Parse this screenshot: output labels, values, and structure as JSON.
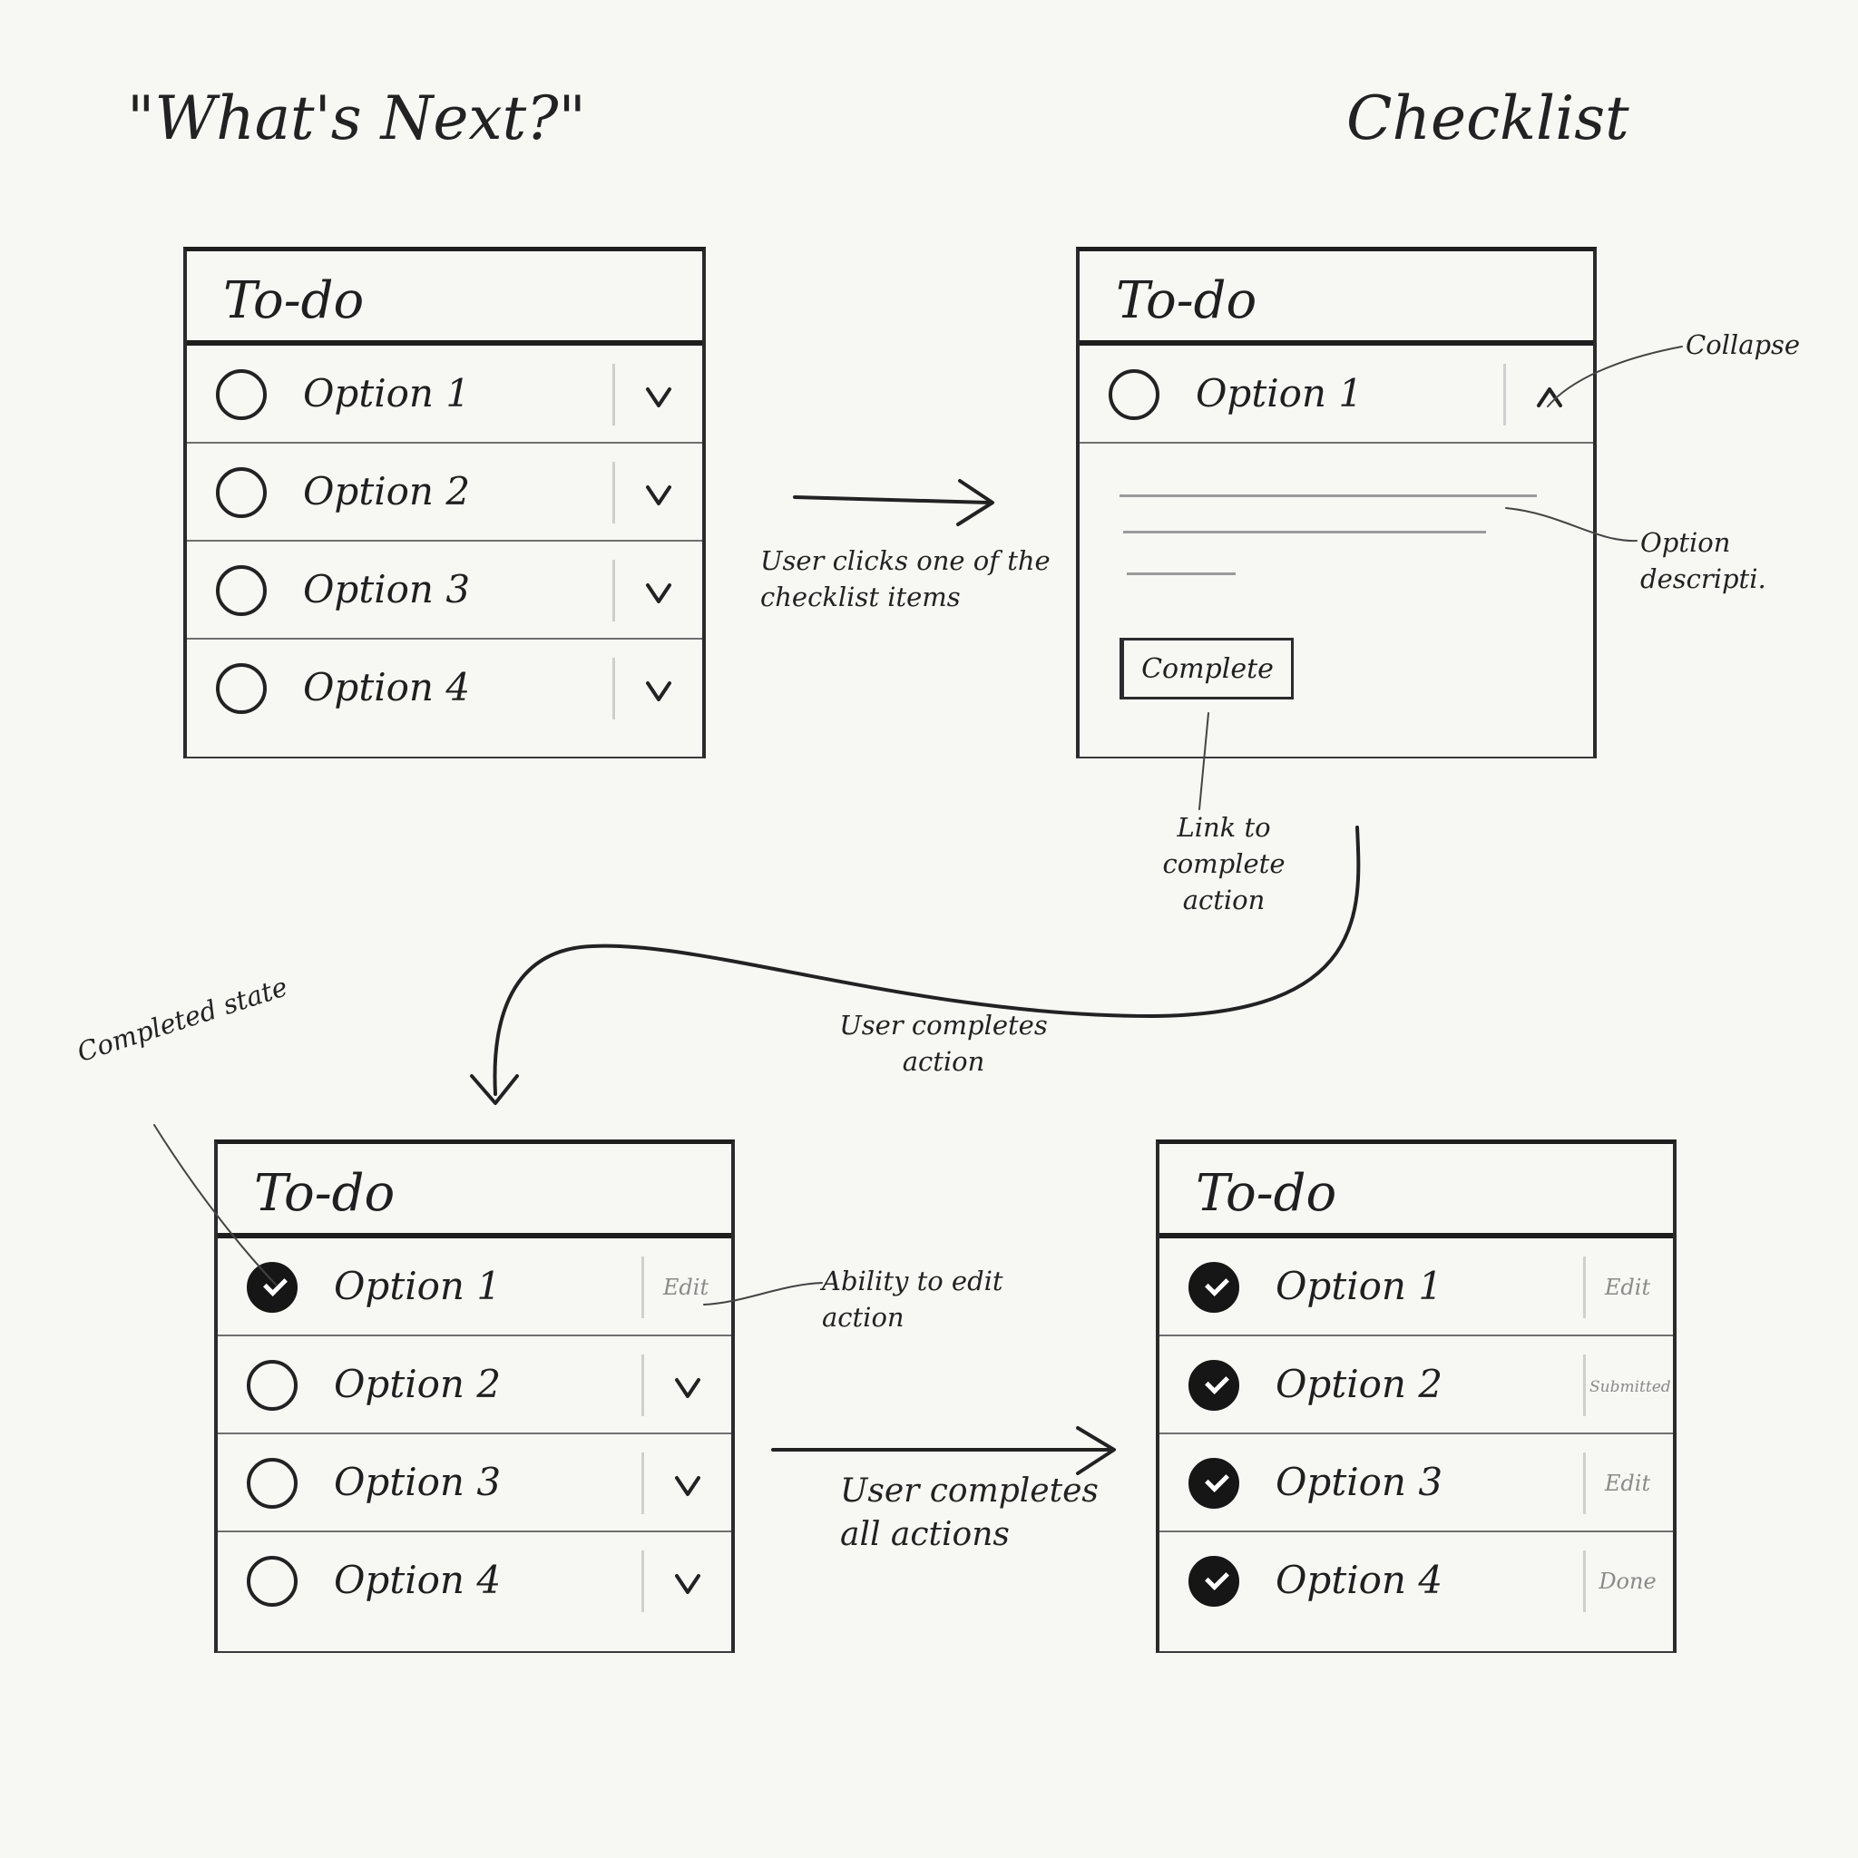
{
  "headings": {
    "whats_next": "\"What's Next?\"",
    "checklist": "Checklist"
  },
  "panels": [
    {
      "title": "To-do",
      "rows": [
        {
          "label": "Option 1",
          "state": "open",
          "action": "v"
        },
        {
          "label": "Option 2",
          "state": "open",
          "action": "v"
        },
        {
          "label": "Option 3",
          "state": "open",
          "action": "v"
        },
        {
          "label": "Option 4",
          "state": "open",
          "action": "v"
        }
      ]
    },
    {
      "title": "To-do",
      "expanded_row": {
        "label": "Option 1",
        "state": "open",
        "action": "^"
      },
      "complete_label": "Complete"
    },
    {
      "title": "To-do",
      "rows": [
        {
          "label": "Option 1",
          "state": "done",
          "status": "Edit"
        },
        {
          "label": "Option 2",
          "state": "open",
          "action": "v"
        },
        {
          "label": "Option 3",
          "state": "open",
          "action": "v"
        },
        {
          "label": "Option 4",
          "state": "open",
          "action": "v"
        }
      ]
    },
    {
      "title": "To-do",
      "rows": [
        {
          "label": "Option 1",
          "state": "done",
          "status": "Edit"
        },
        {
          "label": "Option 2",
          "state": "done",
          "status": "Submitted"
        },
        {
          "label": "Option 3",
          "state": "done",
          "status": "Edit"
        },
        {
          "label": "Option 4",
          "state": "done",
          "status": "Done"
        }
      ]
    }
  ],
  "annotations": {
    "user_clicks": "User clicks one of the checklist items",
    "collapse": "Collapse",
    "option_description": "Option descripti.",
    "link_to_complete": "Link to complete action",
    "user_completes_action": "User completes action",
    "completed_state": "Completed state",
    "ability_to_edit": "Ability to edit action",
    "user_completes_all": "User completes all actions"
  },
  "colors": {
    "paper": "#f7f7f3",
    "ink": "#1f1f1f",
    "faint": "#9a9a9a"
  }
}
